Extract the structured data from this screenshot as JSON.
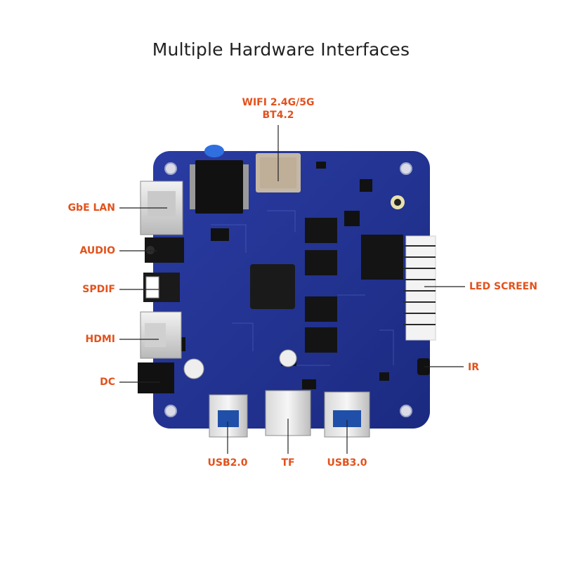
{
  "title": "Multiple Hardware Interfaces",
  "colors": {
    "callout": "#e2521d",
    "board": "#1f2f8f",
    "title": "#222222"
  },
  "callouts": {
    "wifi": {
      "line1": "WIFI 2.4G/5G",
      "line2": "BT4.2"
    },
    "gbe_lan": "GbE LAN",
    "audio": "AUDIO",
    "spdif": "SPDIF",
    "hdmi": "HDMI",
    "dc": "DC",
    "led_screen": "LED SCREEN",
    "ir": "IR",
    "usb20": "USB2.0",
    "tf": "TF",
    "usb30": "USB3.0"
  }
}
